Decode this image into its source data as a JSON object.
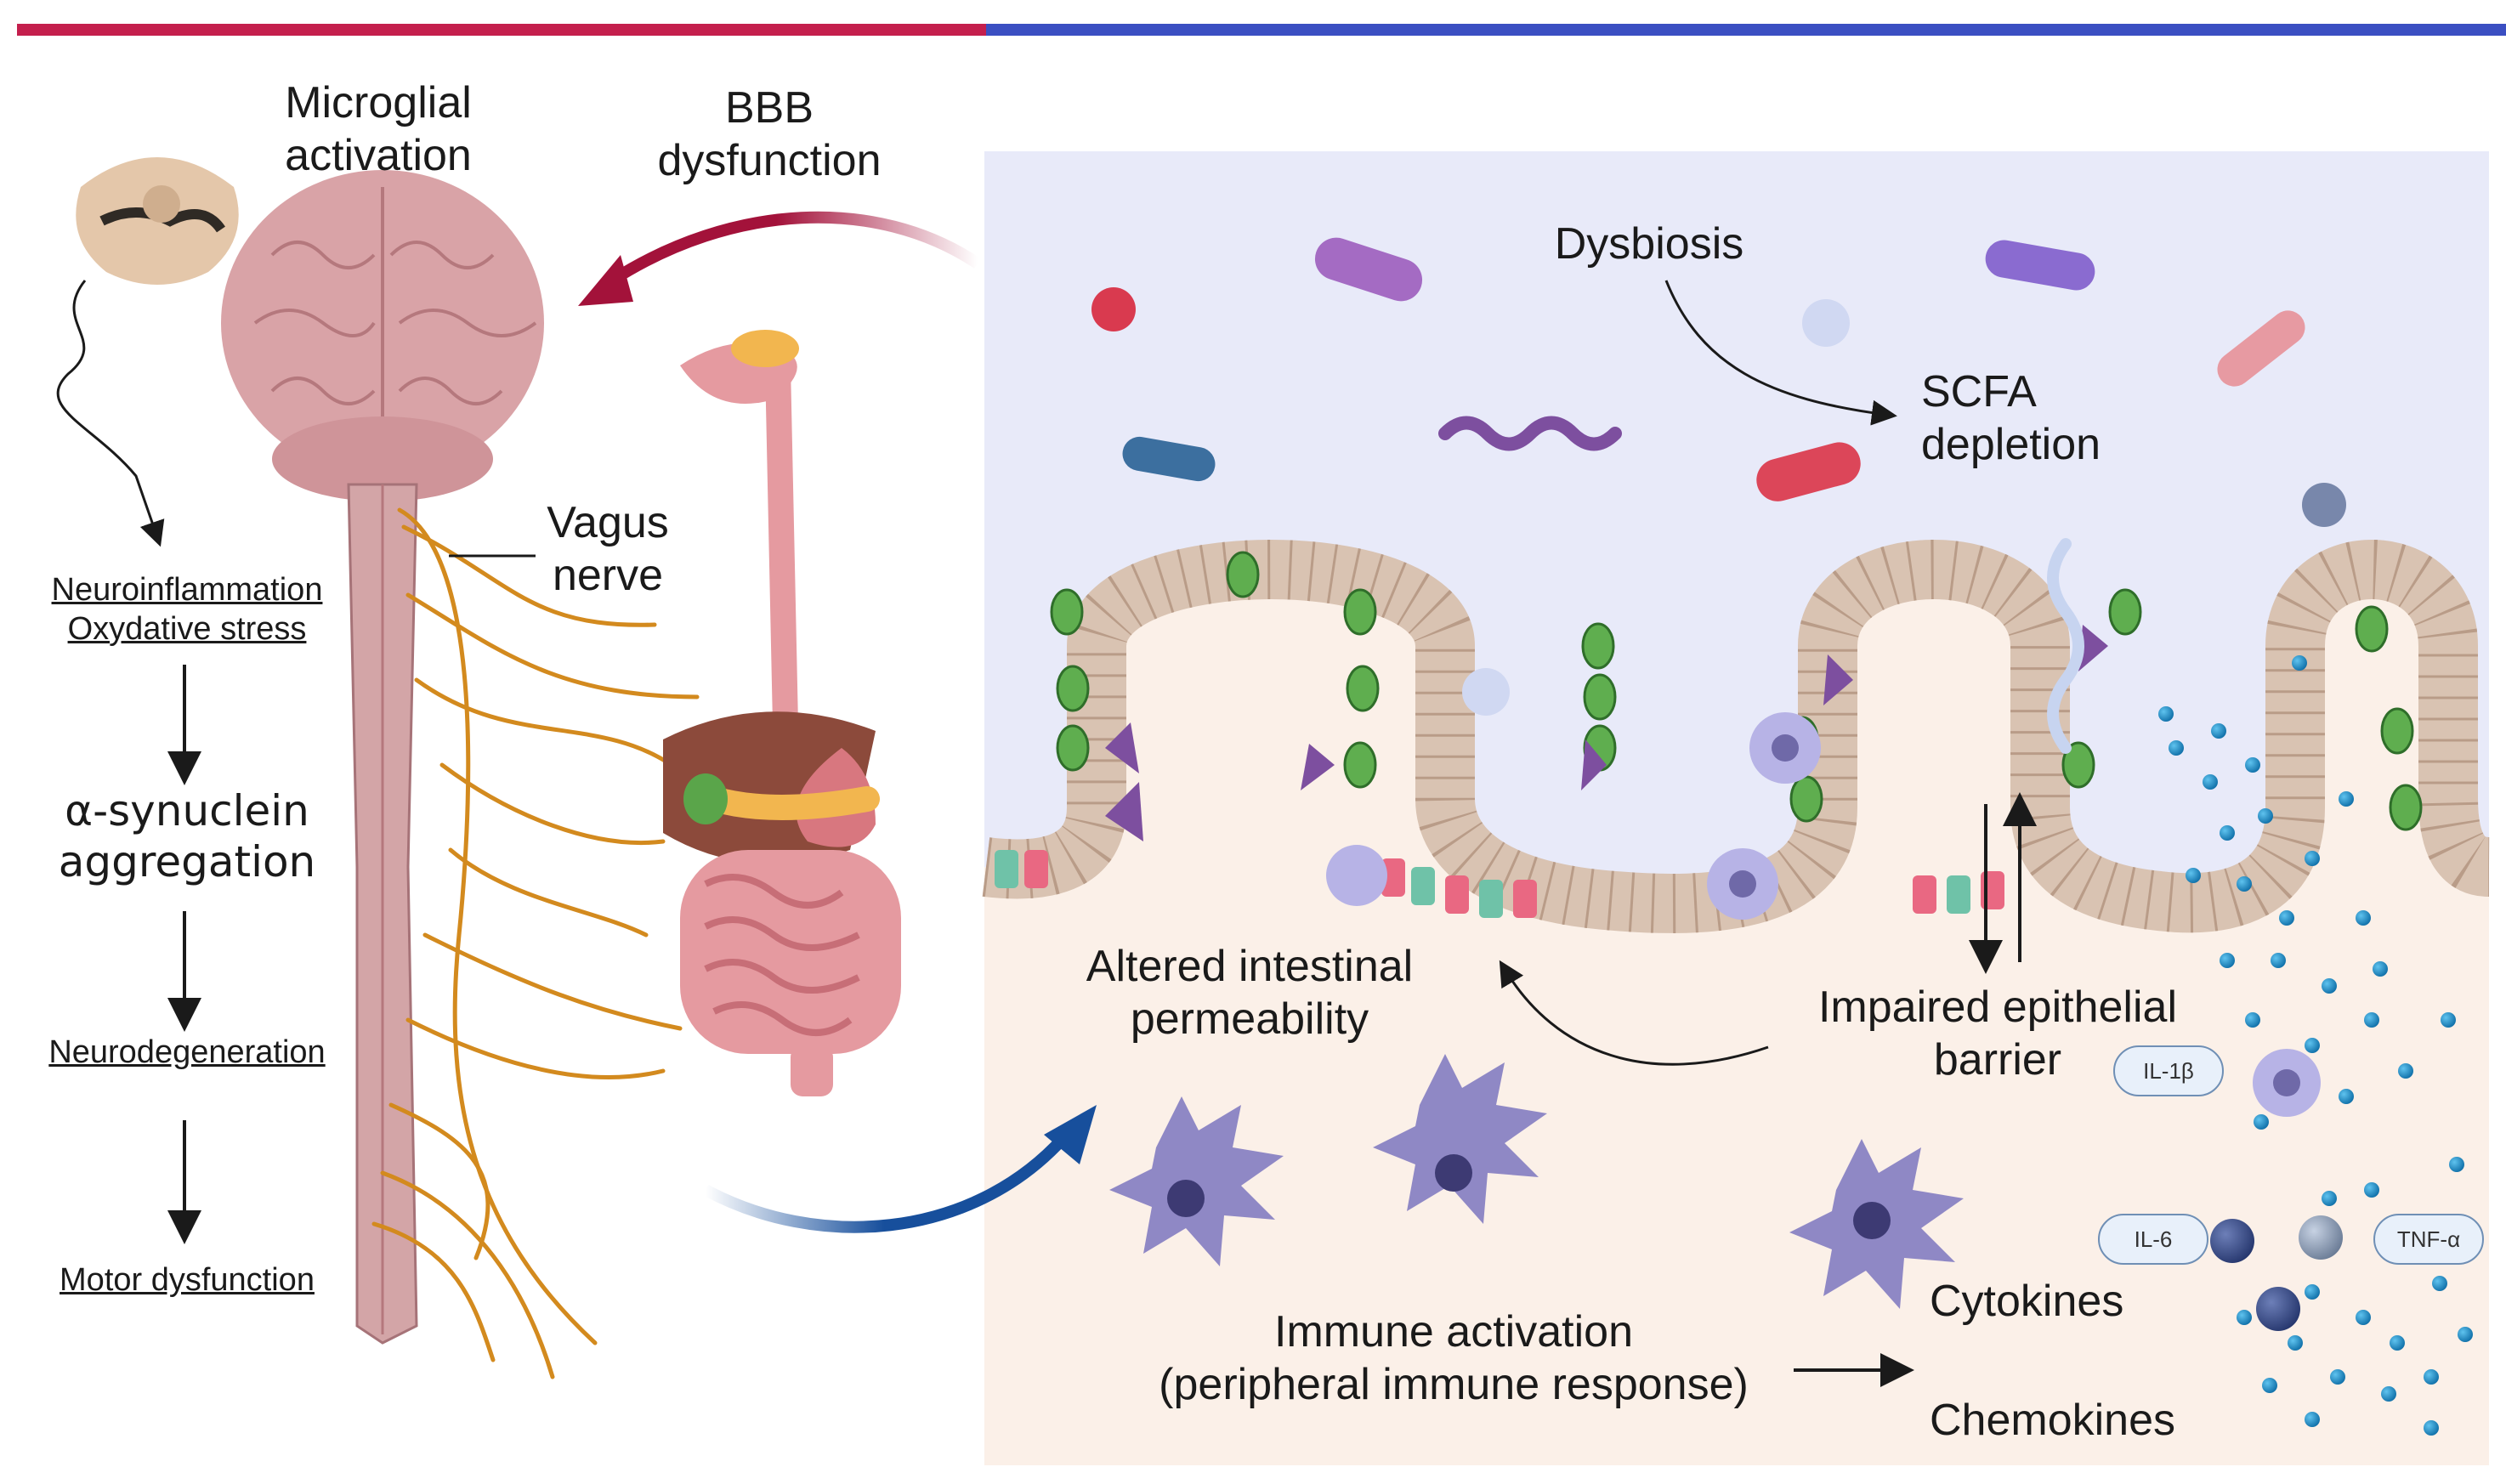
{
  "colors": {
    "top_bar_left": "#c41f4d",
    "top_bar_right": "#3b4fc2",
    "gut_panel_bg": "#e8eaf9",
    "lamina_bg": "#fbf0e8",
    "brain": "#d9a3a7",
    "vagus_nerve": "#d38a1e",
    "arrow_red": "#a3123a",
    "arrow_blue": "#174f9c",
    "goblet_cell": "#5fae4f",
    "enteroendocrine_cell": "#7d4f9f",
    "immune_cell": "#8f88c5",
    "cytokine_dot": "#1a8fc7"
  },
  "brain_side": {
    "microglial_activation": [
      "Microglial",
      "activation"
    ],
    "vagus_nerve": [
      "Vagus",
      "nerve"
    ],
    "cascade": {
      "neuroinflammation": [
        "Neuroinflammation",
        "Oxydative stress"
      ],
      "synuclein": [
        "α-synuclein",
        "aggregation"
      ],
      "neurodegeneration": "Neurodegeneration",
      "motor": "Motor dysfunction"
    }
  },
  "bbb_dysfunction": [
    "BBB",
    "dysfunction"
  ],
  "gut_side": {
    "dysbiosis": "Dysbiosis",
    "scfa_depletion": [
      "SCFA",
      "depletion"
    ],
    "altered_permeability": [
      "Altered intestinal",
      "permeability"
    ],
    "impaired_barrier": [
      "Impaired epithelial",
      "barrier"
    ],
    "immune_activation": [
      "Immune activation",
      "(peripheral immune response)"
    ],
    "cytokines": "Cytokines",
    "chemokines": "Chemokines",
    "il1b": "IL-1β",
    "il6": "IL-6",
    "tnfa": "TNF-α"
  }
}
